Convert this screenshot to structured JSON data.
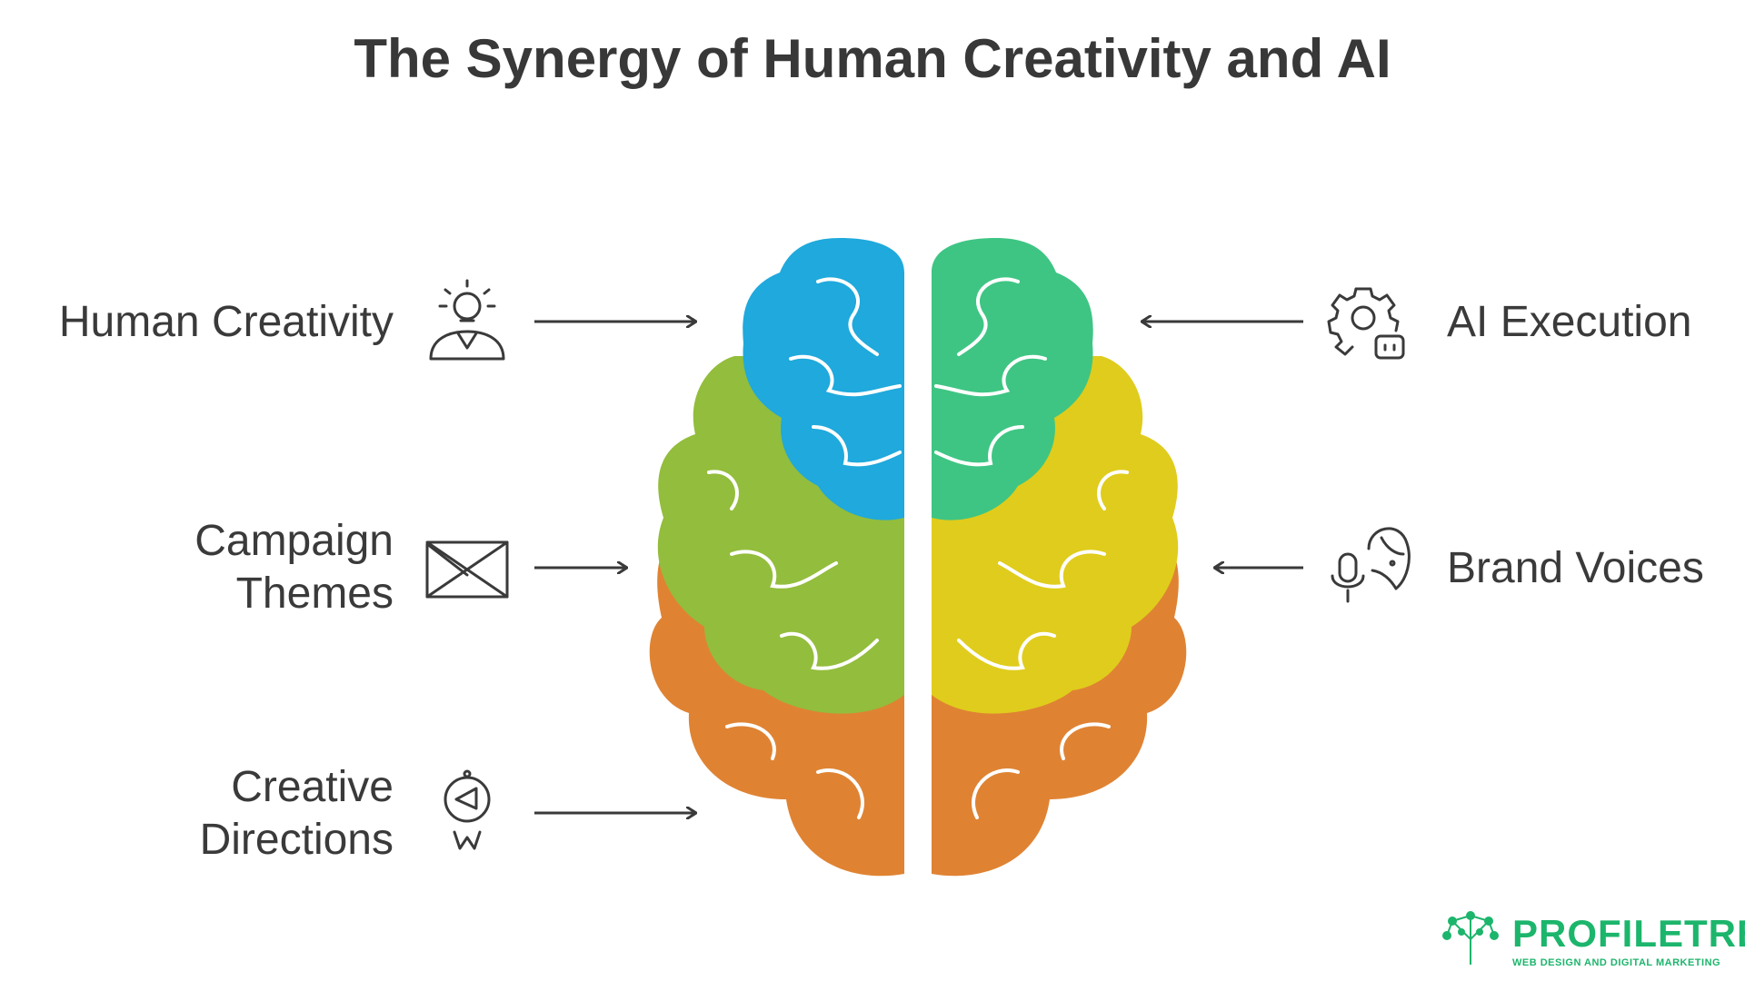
{
  "title": "The Synergy of Human Creativity and AI",
  "left_items": [
    {
      "lines": [
        "Human Creativity"
      ],
      "icon": "lightbulb-person-icon"
    },
    {
      "lines": [
        "Campaign",
        "Themes"
      ],
      "icon": "triangle-ruler-icon"
    },
    {
      "lines": [
        "Creative",
        "Directions"
      ],
      "icon": "compass-icon"
    }
  ],
  "right_items": [
    {
      "lines": [
        "AI Execution"
      ],
      "icon": "gear-robot-icon"
    },
    {
      "lines": [
        "Brand Voices"
      ],
      "icon": "microphone-face-icon"
    }
  ],
  "brain_colors": {
    "frontal_left": "#1fa9dc",
    "frontal_right": "#3ec583",
    "middle_left": "#93bd3c",
    "middle_right": "#e0cc1c",
    "lower": "#df8333"
  },
  "logo": {
    "name": "PROFILETREE",
    "tagline": "WEB DESIGN AND DIGITAL MARKETING",
    "color": "#1cb56c"
  }
}
